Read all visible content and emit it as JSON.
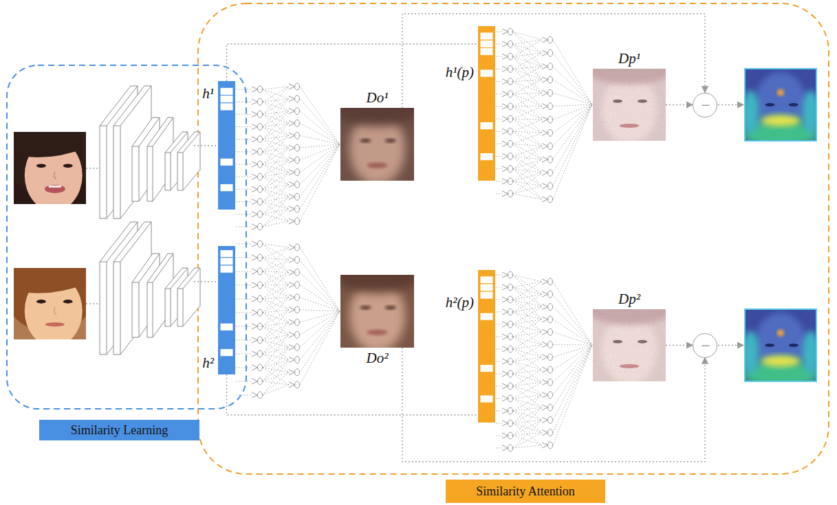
{
  "diagram": {
    "nodes": [
      {
        "text": [
          "h¹"
        ]
      },
      {
        "text": [
          "h²"
        ]
      },
      {
        "text": [
          "Do¹"
        ]
      },
      {
        "text": [
          "Do²"
        ]
      },
      {
        "text": [
          "h¹(p)"
        ]
      },
      {
        "text": [
          "h²(p)"
        ]
      },
      {
        "text": [
          "Dp¹"
        ]
      },
      {
        "text": [
          "Dp²"
        ]
      },
      {
        "text": [
          "−"
        ]
      },
      {
        "text": [
          "−"
        ]
      },
      {
        "text": [
          "Similarity Learning"
        ]
      },
      {
        "text": [
          "Similarity Attention"
        ]
      }
    ],
    "edges": [
      {
        "from": 2,
        "to": 8,
        "arrow": "to"
      },
      {
        "from": 3,
        "to": 9,
        "arrow": "to"
      },
      {
        "from": 6,
        "to": 8,
        "arrow": "to"
      },
      {
        "from": 7,
        "to": 9,
        "arrow": "to"
      },
      {
        "from": 0,
        "to": 4,
        "arrow": "none"
      },
      {
        "from": 1,
        "to": 5,
        "arrow": "none"
      }
    ]
  }
}
